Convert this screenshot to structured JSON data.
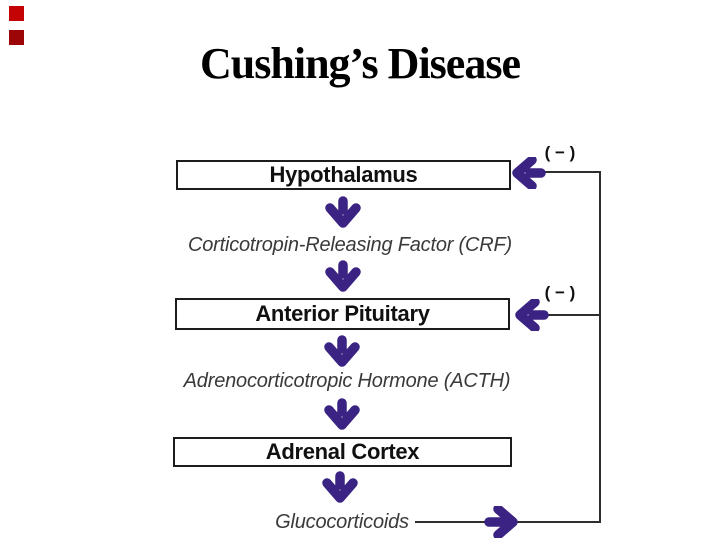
{
  "slide": {
    "title": "Cushing’s Disease"
  },
  "decor": {
    "squares": [
      {
        "name": "top-red-square",
        "color": "#c40404"
      },
      {
        "name": "bottom-red-square",
        "color": "#9c0606"
      }
    ]
  },
  "colors": {
    "arrow": "#3a2383",
    "line": "#2e2e2e",
    "box_border": "#1c1c1c",
    "box_text": "#101010",
    "hormone_text": "#3a3a3a",
    "title_text": "#000000"
  },
  "diagram": {
    "boxes": [
      {
        "label": "Hypothalamus"
      },
      {
        "label": "Anterior Pituitary"
      },
      {
        "label": "Adrenal Cortex"
      }
    ],
    "hormones": [
      {
        "label": "Corticotropin-Releasing Factor (CRF)"
      },
      {
        "label": "Adrenocorticotropic Hormone (ACTH)"
      },
      {
        "label": "Glucocorticoids"
      }
    ],
    "flow_order": [
      "Hypothalamus",
      "Corticotropin-Releasing Factor (CRF)",
      "Anterior Pituitary",
      "Adrenocorticotropic Hormone (ACTH)",
      "Adrenal Cortex",
      "Glucocorticoids"
    ],
    "negative_feedback": {
      "source": "Glucocorticoids",
      "labels": [
        {
          "target": "Hypothalamus",
          "sign": "( − )"
        },
        {
          "target": "Anterior Pituitary",
          "sign": "( − )"
        }
      ]
    }
  }
}
